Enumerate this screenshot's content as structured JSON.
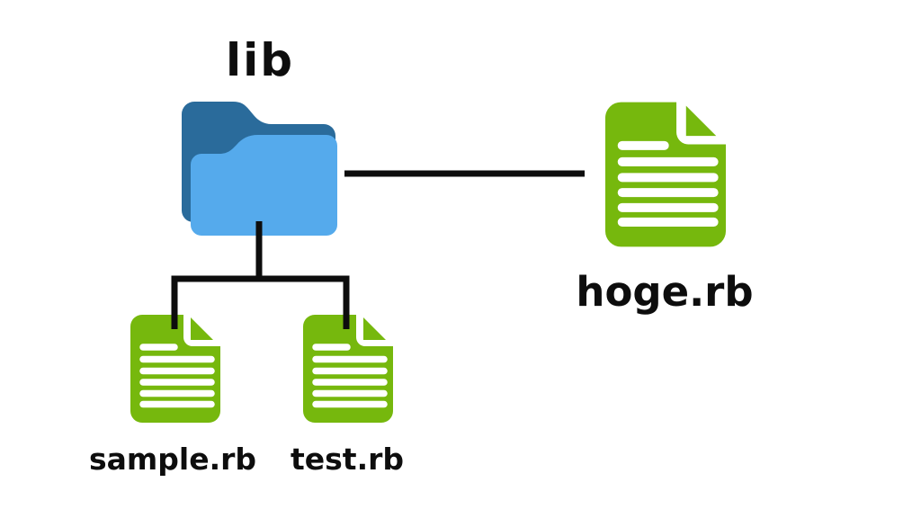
{
  "nodes": {
    "lib": {
      "label": "lib",
      "kind": "folder",
      "icon": "folder-icon"
    },
    "hoge": {
      "label": "hoge.rb",
      "kind": "file",
      "icon": "file-icon"
    },
    "sample": {
      "label": "sample.rb",
      "kind": "file",
      "icon": "file-icon"
    },
    "test": {
      "label": "test.rb",
      "kind": "file",
      "icon": "file-icon"
    }
  },
  "edges": [
    {
      "from": "lib",
      "to": "hoge.rb"
    },
    {
      "from": "lib",
      "to": "sample.rb"
    },
    {
      "from": "lib",
      "to": "test.rb"
    }
  ],
  "colors": {
    "background": "#ffffff",
    "folder_front": "#55aaec",
    "folder_back": "#2a6b9b",
    "file_green": "#76b80d",
    "file_lines": "#ffffff",
    "connector": "#0d0d0d",
    "label_text": "#0d0d0d"
  }
}
